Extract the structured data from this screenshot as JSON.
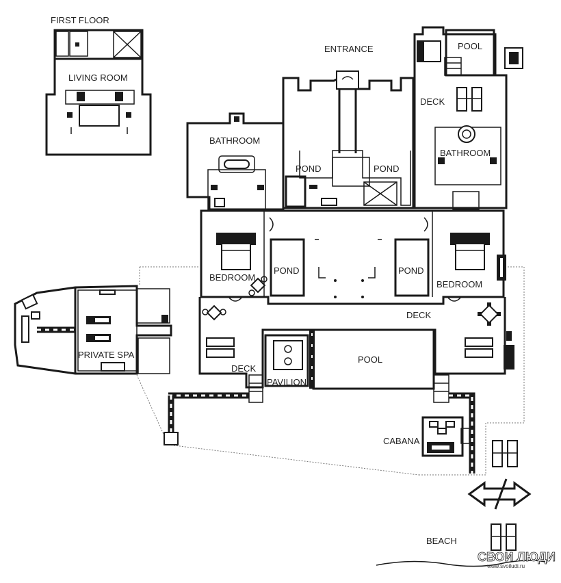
{
  "labels": {
    "first_floor": "FIRST FLOOR",
    "living_room": "LIVING ROOM",
    "entrance": "ENTRANCE",
    "pool_top": "POOL",
    "deck_right": "DECK",
    "bathroom_left": "BATHROOM",
    "bathroom_right": "BATHROOM",
    "pond_1": "POND",
    "pond_2": "POND",
    "pond_3": "POND",
    "pond_4": "POND",
    "bedroom_left": "BEDROOM",
    "bedroom_right": "BEDROOM",
    "deck_center": "DECK",
    "private_spa": "PRIVATE SPA",
    "pool_main": "POOL",
    "deck_lower": "DECK",
    "pavilion": "PAVILION",
    "cabana": "CABANA",
    "beach": "BEACH"
  },
  "watermark": {
    "text": "СВОИ ЛЮДИ",
    "url": "www.svoiludi.ru"
  },
  "icon_names": [
    "bed-icon",
    "bathtub-icon",
    "lounger-icon",
    "table-chairs-icon",
    "stairs-icon",
    "arrow-icon"
  ]
}
